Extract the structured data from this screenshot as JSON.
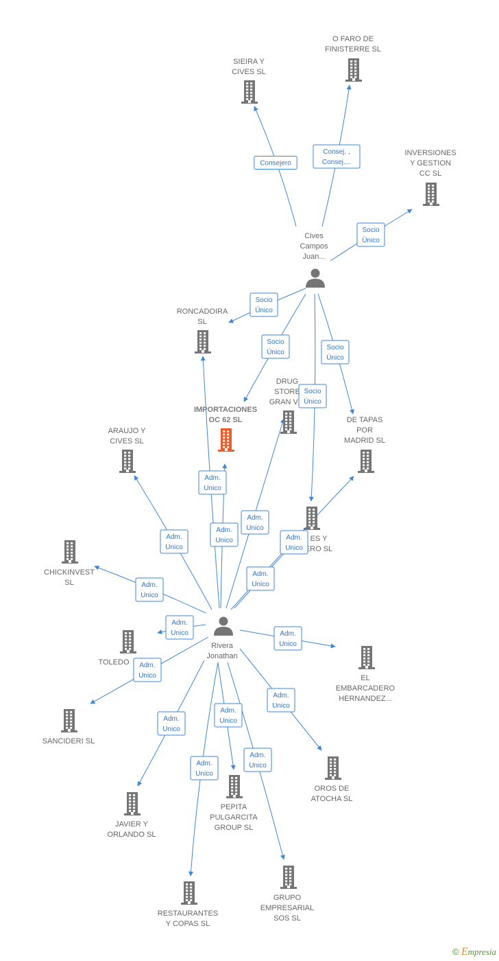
{
  "colors": {
    "company": "#757575",
    "focus": "#f05a28",
    "person": "#757575",
    "edge": "#3f86d8"
  },
  "nodes": [
    {
      "id": "faro",
      "kind": "company",
      "lines": [
        "O FARO DE",
        "FINISTERRE SL"
      ]
    },
    {
      "id": "sieira",
      "kind": "company",
      "lines": [
        "SIEIRA Y",
        "CIVES  SL"
      ]
    },
    {
      "id": "inversiones",
      "kind": "company",
      "lines": [
        "INVERSIONES",
        "Y GESTION",
        "CC  SL"
      ]
    },
    {
      "id": "cives",
      "kind": "person",
      "lines": [
        "Cives",
        "Campos",
        "Juan..."
      ]
    },
    {
      "id": "roncadoira",
      "kind": "company",
      "lines": [
        "RONCADOIRA",
        "SL"
      ]
    },
    {
      "id": "drug",
      "kind": "company",
      "lines": [
        "DRUG",
        "STORE",
        "GRAN VIA"
      ]
    },
    {
      "id": "importaciones",
      "kind": "focus",
      "lines": [
        "IMPORTACIONES",
        "OC 62  SL"
      ]
    },
    {
      "id": "detapas",
      "kind": "company",
      "lines": [
        "DE TAPAS",
        "POR",
        "MADRID  SL"
      ]
    },
    {
      "id": "araujo",
      "kind": "company",
      "lines": [
        "ARAUJO Y",
        "CIVES SL"
      ]
    },
    {
      "id": "cives2",
      "kind": "company",
      "lines": [
        "ES Y",
        "ERO SL"
      ]
    },
    {
      "id": "chickinvest",
      "kind": "company",
      "lines": [
        "CHICKINVEST",
        "SL"
      ]
    },
    {
      "id": "rivera",
      "kind": "person",
      "lines": [
        "Rivera",
        "Jonathan"
      ]
    },
    {
      "id": "toledo",
      "kind": "company",
      "lines": [
        "TOLEDO"
      ]
    },
    {
      "id": "embarcadero",
      "kind": "company",
      "lines": [
        "EL",
        "EMBARCADERO",
        "HERNANDEZ..."
      ]
    },
    {
      "id": "sancideri",
      "kind": "company",
      "lines": [
        "SANCIDERI  SL"
      ]
    },
    {
      "id": "oros",
      "kind": "company",
      "lines": [
        "OROS DE",
        "ATOCHA  SL"
      ]
    },
    {
      "id": "pepita",
      "kind": "company",
      "lines": [
        "PEPITA",
        "PULGARCITA",
        "GROUP SL"
      ]
    },
    {
      "id": "javier",
      "kind": "company",
      "lines": [
        "JAVIER Y",
        "ORLANDO SL"
      ]
    },
    {
      "id": "grupo",
      "kind": "company",
      "lines": [
        "GRUPO",
        "EMPRESARIAL",
        "SOS SL"
      ]
    },
    {
      "id": "restaurantes",
      "kind": "company",
      "lines": [
        "RESTAURANTES",
        "Y COPAS SL"
      ]
    }
  ],
  "edges": [
    {
      "from": "cives",
      "to": "sieira",
      "lines": [
        "Consejero"
      ]
    },
    {
      "from": "cives",
      "to": "faro",
      "lines": [
        "Consej. ,",
        "Consej...."
      ]
    },
    {
      "from": "cives",
      "to": "inversiones",
      "lines": [
        "Socio",
        "Único"
      ]
    },
    {
      "from": "cives",
      "to": "roncadoira",
      "lines": [
        "Socio",
        "Único"
      ]
    },
    {
      "from": "cives",
      "to": "importaciones",
      "lines": [
        "Socio",
        "Único"
      ]
    },
    {
      "from": "cives",
      "to": "cives2",
      "lines": [
        "Socio",
        "Único"
      ]
    },
    {
      "from": "cives",
      "to": "detapas",
      "lines": [
        "Socio",
        "Único"
      ]
    },
    {
      "from": "rivera",
      "to": "araujo",
      "lines": [
        "Adm.",
        "Unico"
      ]
    },
    {
      "from": "rivera",
      "to": "roncadoira",
      "lines": [
        "Adm.",
        "Unico"
      ]
    },
    {
      "from": "rivera",
      "to": "importaciones",
      "lines": [
        "Adm.",
        "Unico"
      ]
    },
    {
      "from": "rivera",
      "to": "drug",
      "lines": [
        "Adm.",
        "Unico"
      ]
    },
    {
      "from": "rivera",
      "to": "detapas",
      "lines": [
        "Adm.",
        "Unico"
      ]
    },
    {
      "from": "rivera",
      "to": "cives2",
      "lines": [
        "Adm.",
        "Unico"
      ]
    },
    {
      "from": "rivera",
      "to": "chickinvest",
      "lines": [
        "Adm.",
        "Unico"
      ]
    },
    {
      "from": "rivera",
      "to": "toledo",
      "lines": [
        "Adm.",
        "Unico"
      ]
    },
    {
      "from": "rivera",
      "to": "sancideri",
      "lines": [
        "Adm.",
        "Unico"
      ]
    },
    {
      "from": "rivera",
      "to": "embarcadero",
      "lines": [
        "Adm.",
        "Unico"
      ]
    },
    {
      "from": "rivera",
      "to": "oros",
      "lines": [
        "Adm.",
        "Unico"
      ]
    },
    {
      "from": "rivera",
      "to": "javier",
      "lines": [
        "Adm.",
        "Unico"
      ]
    },
    {
      "from": "rivera",
      "to": "pepita",
      "lines": [
        "Adm.",
        "Unico"
      ]
    },
    {
      "from": "rivera",
      "to": "grupo",
      "lines": [
        "Adm.",
        "Unico"
      ]
    },
    {
      "from": "rivera",
      "to": "restaurantes",
      "lines": [
        "Adm.",
        "Unico"
      ]
    }
  ],
  "footer": {
    "copyright": "©",
    "brand_initial": "E",
    "brand_rest": "mpresia"
  }
}
